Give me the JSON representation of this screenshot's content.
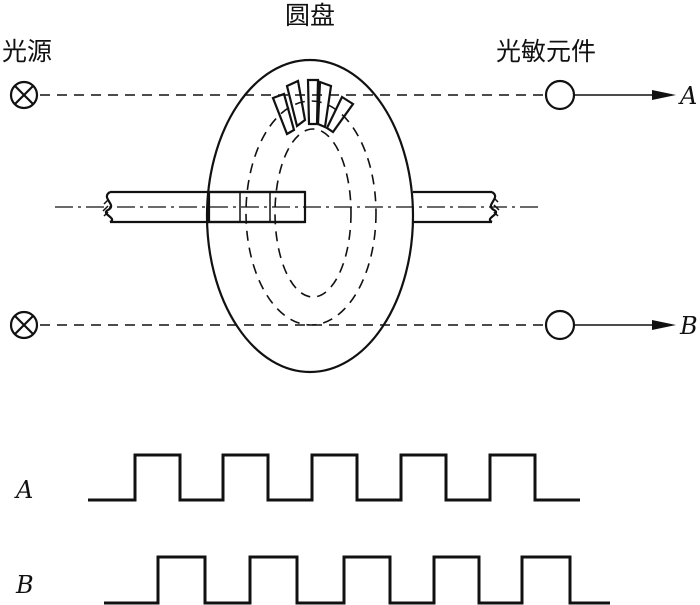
{
  "labels": {
    "disc": "圆盘",
    "light_source": "光源",
    "photo_element": "光敏元件",
    "channel_a": "A",
    "channel_b": "B",
    "wave_a": "A",
    "wave_b": "B"
  },
  "waveforms": {
    "A": {
      "pulses": 5,
      "duty": 0.5
    },
    "B": {
      "pulses": 5,
      "duty": 0.5,
      "phase_shift_deg": 90
    }
  },
  "colors": {
    "ink": "#111111",
    "background": "#ffffff"
  }
}
